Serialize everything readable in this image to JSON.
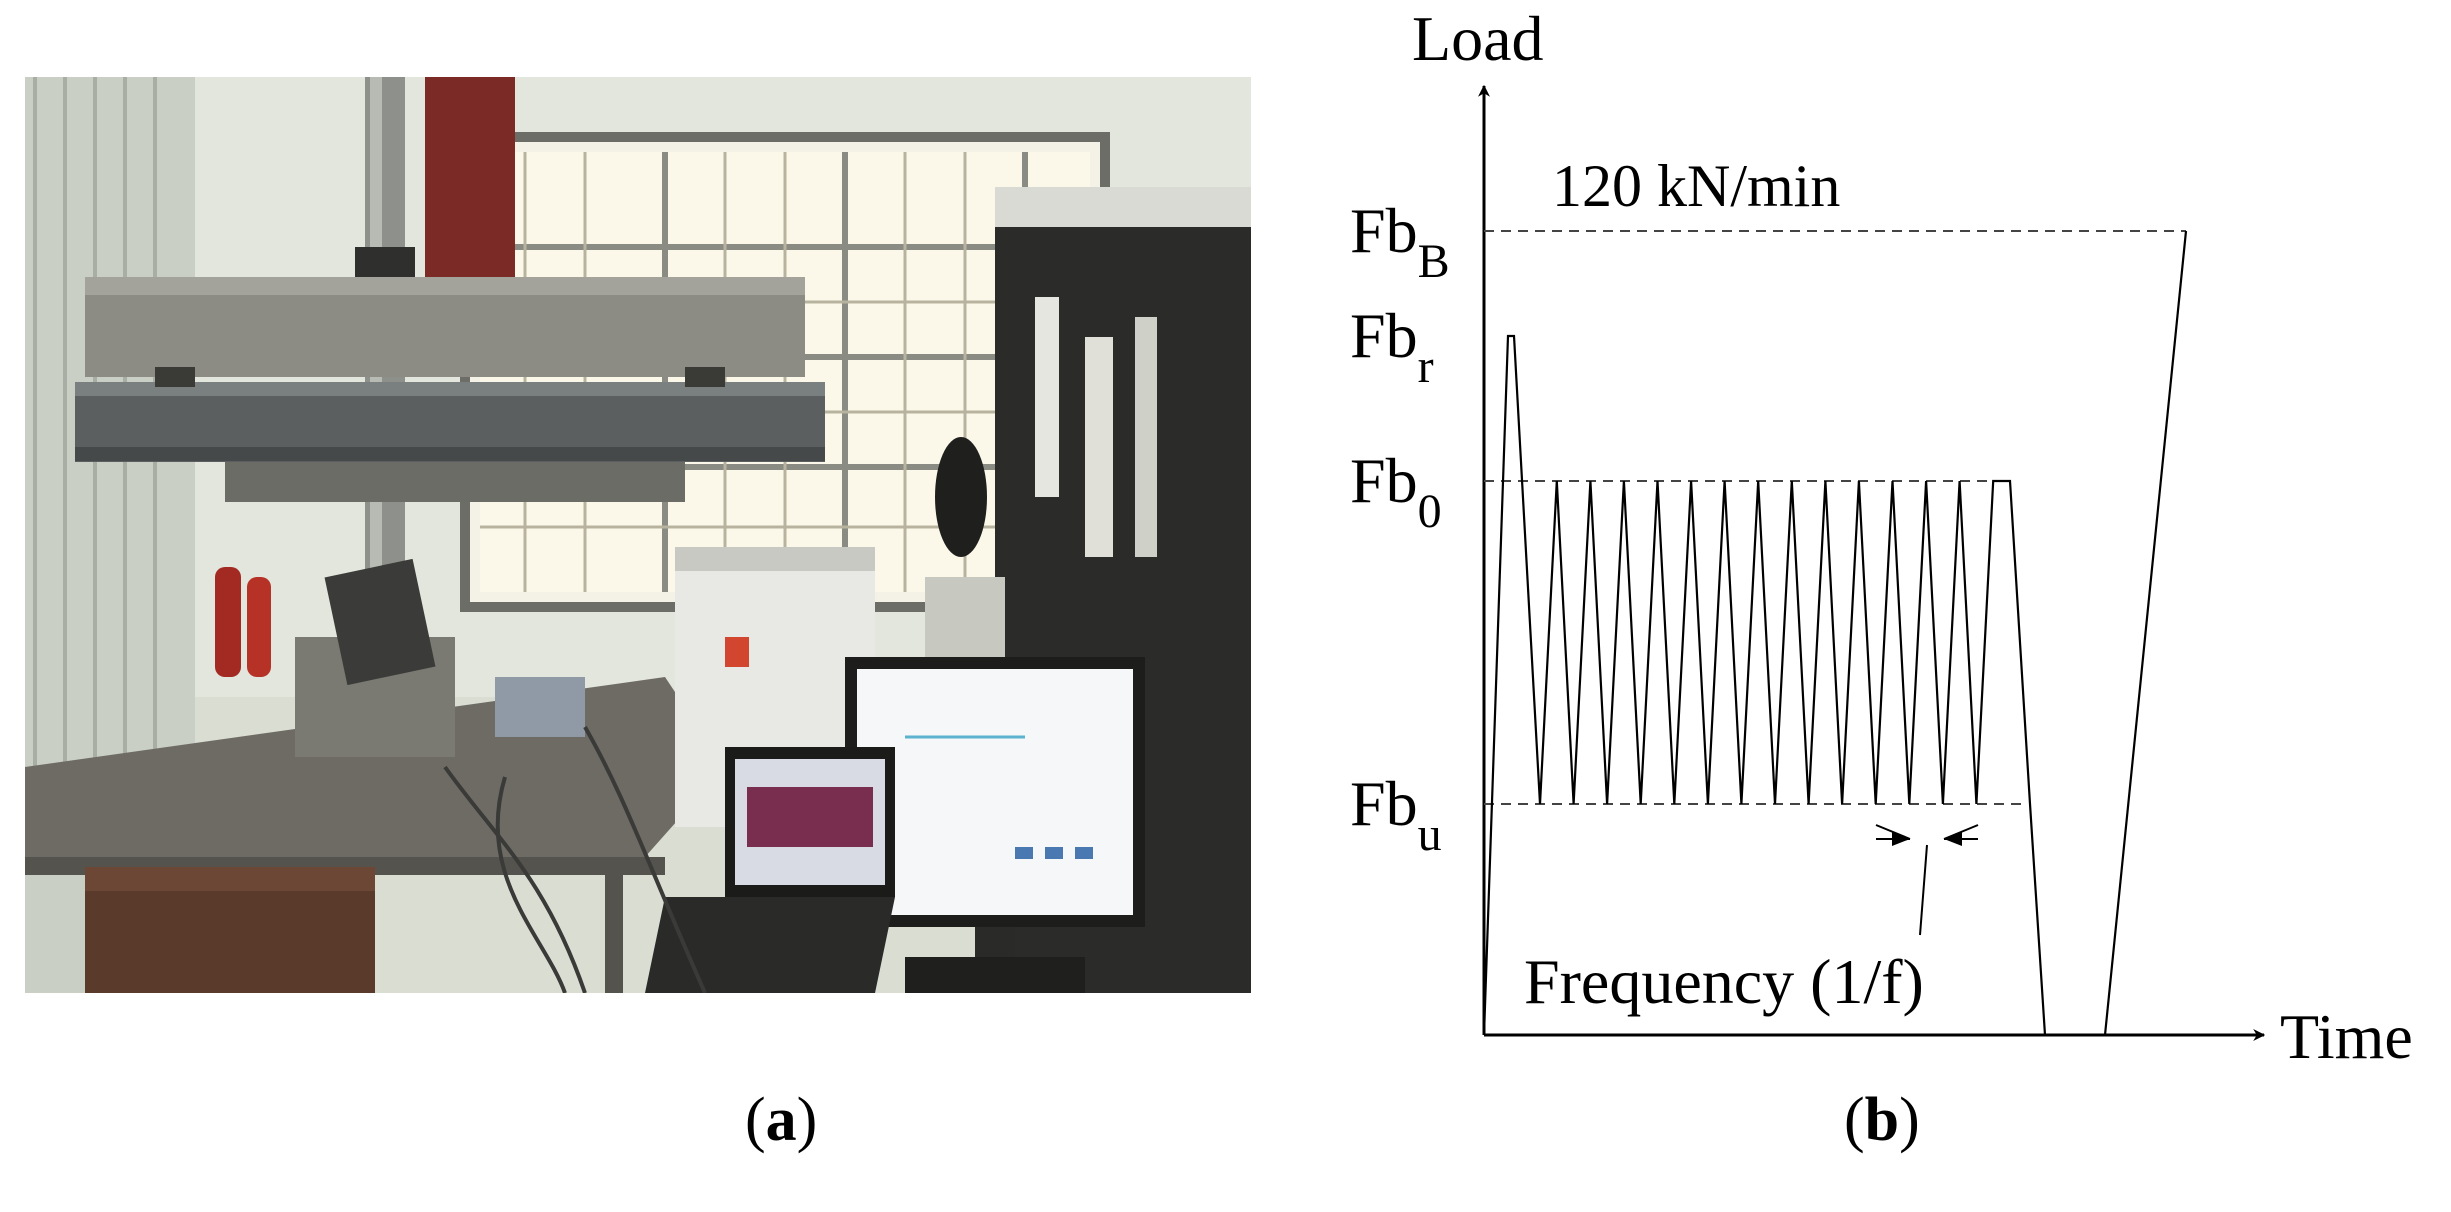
{
  "panels": {
    "a": {
      "caption_open": "(",
      "caption_letter": "a",
      "caption_close": ")"
    },
    "b": {
      "caption_open": "(",
      "caption_letter": "b",
      "caption_close": ")"
    }
  },
  "diagram": {
    "y_axis_label": "Load",
    "x_axis_label": "Time",
    "rate_label": "120 kN/min",
    "frequency_label": "Frequency (1/f)",
    "levels": [
      {
        "base": "Fb",
        "sub": "B"
      },
      {
        "base": "Fb",
        "sub": "r"
      },
      {
        "base": "Fb",
        "sub": "0"
      },
      {
        "base": "Fb",
        "sub": "u"
      }
    ],
    "cycle_count": 14
  },
  "colors": {
    "line": "#000000",
    "dashed": "#444444",
    "photo_wall": "#dfe3d8",
    "photo_floor": "#6f6a62"
  }
}
